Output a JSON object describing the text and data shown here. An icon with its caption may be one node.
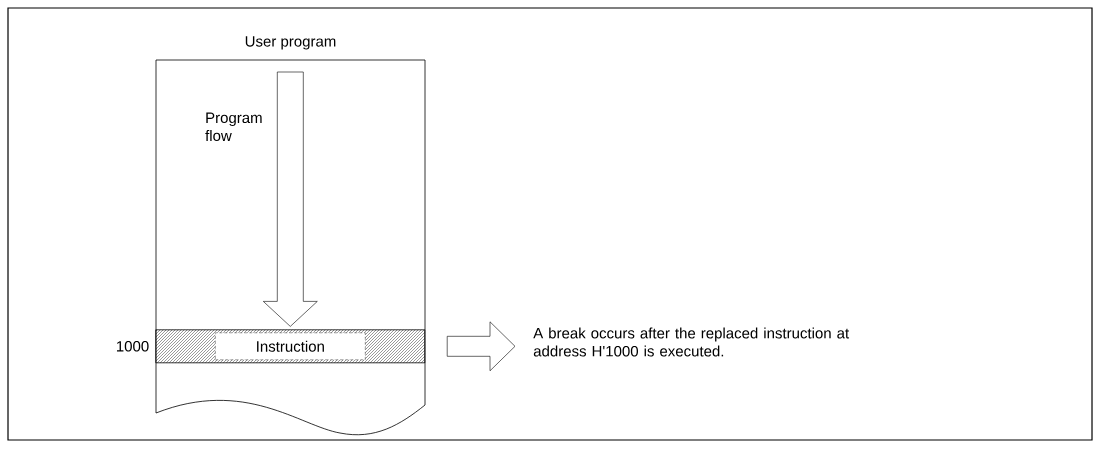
{
  "diagram": {
    "nodes": [
      {
        "text": [
          "User program"
        ]
      },
      {
        "text": [
          "Instruction"
        ],
        "in": 0,
        "beside": [
          "1000"
        ]
      },
      {
        "text": [
          "A break occurs after the replaced instruction at address H'1000 is executed."
        ]
      }
    ],
    "edges": [
      {
        "from": null,
        "to": 1,
        "arrow": "to",
        "label": "Program flow"
      },
      {
        "from": 1,
        "to": 2,
        "arrow": "to"
      }
    ]
  }
}
